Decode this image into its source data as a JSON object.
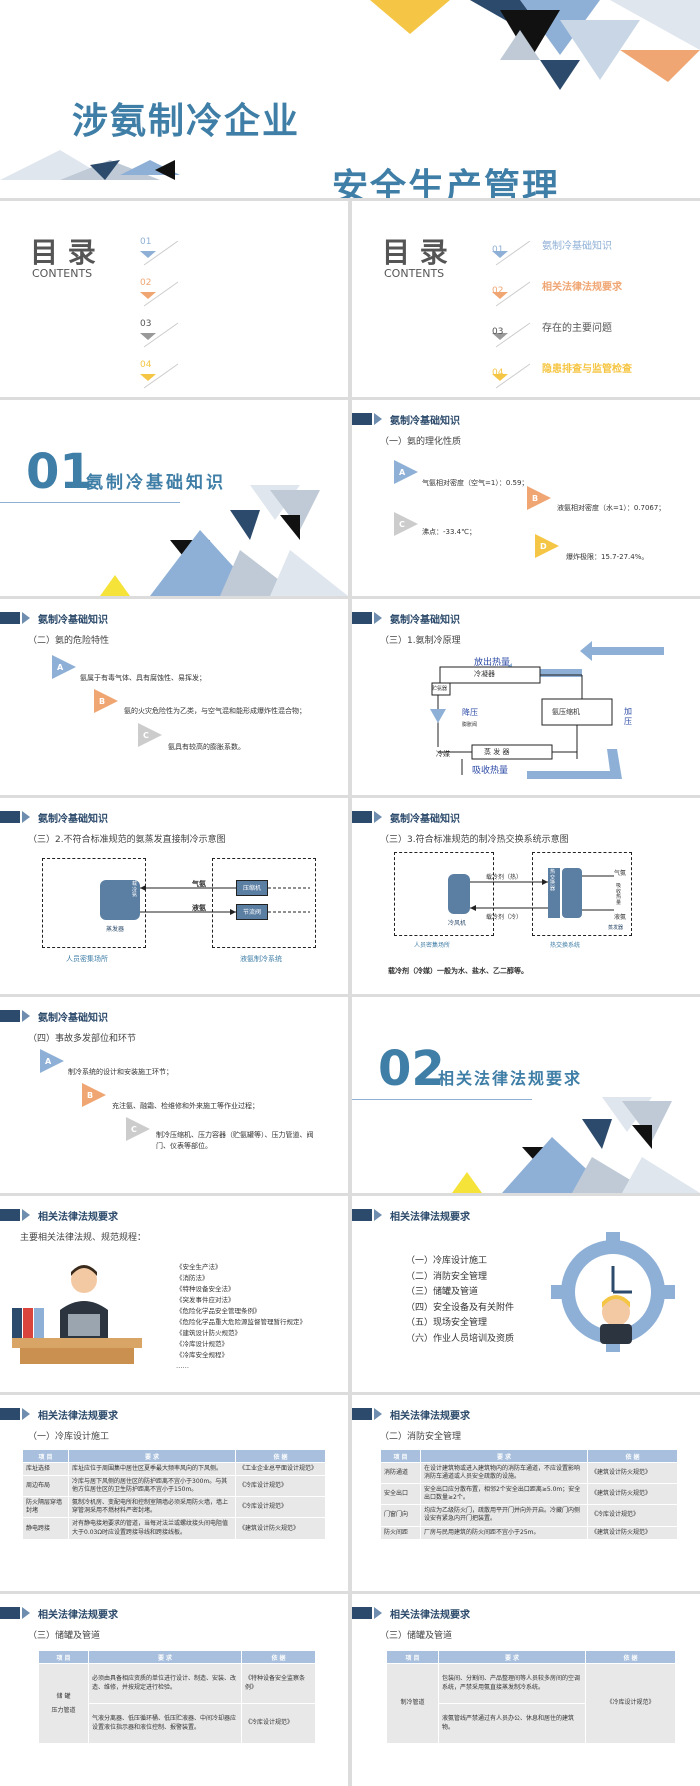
{
  "cover": {
    "title_line1": "涉氨制冷企业",
    "title_line2": "安全生产管理"
  },
  "toc_left": {
    "heading": "目 录",
    "heading_en": "CONTENTS",
    "nums": [
      "01",
      "02",
      "03",
      "04"
    ]
  },
  "toc_right": {
    "heading": "目 录",
    "heading_en": "CONTENTS",
    "items": [
      {
        "num": "01",
        "label": "氨制冷基础知识",
        "color": "#8fb0d6"
      },
      {
        "num": "02",
        "label": "相关法律法规要求",
        "color": "#f0a673"
      },
      {
        "num": "03",
        "label": "存在的主要问题",
        "color": "#555555"
      },
      {
        "num": "04",
        "label": "隐患排查与监管检查",
        "color": "#f5c645"
      }
    ]
  },
  "sec1": {
    "num": "01",
    "title": "氨制冷基础知识"
  },
  "s_props": {
    "header": "氨制冷基础知识",
    "sub": "（一）氨的理化性质",
    "a": "A",
    "b": "B",
    "c": "C",
    "d": "D",
    "t_a": "气氨相对密度（空气=1）：0.59；",
    "t_b": "液氨相对密度（水=1）：0.7067；",
    "t_c": "沸点：-33.4℃；",
    "t_d": "爆炸极限：15.7-27.4%。"
  },
  "s_hazard": {
    "header": "氨制冷基础知识",
    "sub": "（二）氨的危险特性",
    "t_a": "氨属于有毒气体、具有腐蚀性、易挥发；",
    "t_b": "氨的火灾危险性为乙类，与空气混和能形成爆炸性混合物；",
    "t_c": "氨具有较高的膨胀系数。"
  },
  "s_principle": {
    "header": "氨制冷基础知识",
    "sub": "（三）1.氨制冷原理",
    "release": "放出热量",
    "absorb": "吸收热量",
    "condenser": "冷凝器",
    "receiver": "贮氨器",
    "valve": "膨胀阀",
    "reduce": "降压",
    "evaporator": "蒸 发 器",
    "coolant": "冷媒",
    "compressor": "氨压缩机",
    "add": "加压"
  },
  "s_direct": {
    "header": "氨制冷基础知识",
    "sub": "（三）2.不符合标准规范的氨蒸发直接制冷示意图",
    "evap_label": "载冷氨",
    "evaporator": "蒸发器",
    "gas": "气氨",
    "liquid": "液氨",
    "compressor": "压缩机",
    "valve": "节流阀",
    "left_area": "人员密集场所",
    "right_area": "液氨制冷系统"
  },
  "s_exchange": {
    "header": "氨制冷基础知识",
    "sub": "（三）3.符合标准规范的制冷热交换系统示意图",
    "cooler": "冷风机",
    "hot": "载冷剂（热）",
    "cold": "载冷剂（冷）",
    "exchanger": "热交换器",
    "gas": "气氨",
    "absorb": "吸收热量",
    "liquid": "液氨",
    "evaporator": "蒸发器",
    "left_area": "人员密集场所",
    "right_area": "热交换系统",
    "note": "载冷剂（冷媒）一般为水、盐水、乙二醇等。"
  },
  "s_accident": {
    "header": "氨制冷基础知识",
    "sub": "（四）事故多发部位和环节",
    "t_a": "制冷系统的设计和安装施工环节；",
    "t_b": "充注氨、融霜、检维修和外来施工等作业过程；",
    "t_c": "制冷压缩机、压力容器（贮氨罐等）、压力管道、阀门、仪表等部位。"
  },
  "sec2": {
    "num": "02",
    "title": "相关法律法规要求"
  },
  "s_laws": {
    "header": "相关法律法规要求",
    "sub": "主要相关法律法规、规范规程：",
    "list": [
      "《安全生产法》",
      "《消防法》",
      "《特种设备安全法》",
      "《突发事件应对法》",
      "《危险化学品安全管理条例》",
      "《危险化学品重大危险源监督管理暂行规定》",
      "《建筑设计防火规范》",
      "《冷库设计规范》",
      "《冷库安全规程》",
      "……"
    ]
  },
  "s_agenda": {
    "header": "相关法律法规要求",
    "items": [
      "（一）冷库设计施工",
      "（二）消防安全管理",
      "（三）储罐及管道",
      "（四）安全设备及有关附件",
      "（五）现场安全管理",
      "（六）作业人员培训及资质"
    ]
  },
  "s_design": {
    "header": "相关法律法规要求",
    "sub": "（一）冷库设计施工",
    "cols": [
      "项 目",
      "要 求",
      "依 据"
    ],
    "rows": [
      [
        "库址选择",
        "库址应位于周围集中居住区夏季最大频率风向的下风侧。",
        "《工业企业总平面设计规范》"
      ],
      [
        "周边布局",
        "冷库与居下风侧的居住区的防护距离不宜小于300m。与其他方位居住区的卫生防护距离不宜小于150m。",
        "《冷库设计规范》"
      ],
      [
        "防火隔层穿墙封堵",
        "氨制冷机房、变配电所和控制室隔墙必须采用防火墙，墙上穿管洞采用不燃材料严密封堵。",
        "《冷库设计规范》"
      ],
      [
        "静电跨接",
        "对有静电接地要求的管道，当每对法兰或螺纹接头间电阻值大于0.03Ω时应设置跨接导线和跨接线板。",
        "《建筑设计防火规范》"
      ]
    ]
  },
  "s_fire": {
    "header": "相关法律法规要求",
    "sub": "（二）消防安全管理",
    "cols": [
      "项 目",
      "要 求",
      "依 据"
    ],
    "rows": [
      [
        "消防通道",
        "在设计建筑物或进入建筑物内的消防车通道，不应设置影响消防车通道或人员安全疏散的设施。",
        "《建筑设计防火规范》"
      ],
      [
        "安全出口",
        "安全出口应分散布置，相邻2个安全出口距离≥5.0m；安全出口数量≥2个。",
        "《建筑设计防火规范》"
      ],
      [
        "门窗门向",
        "均应为乙级防火门，疏散用平开门并向外开启。冷藏门内侧设安有紧急内开门把装置。",
        "《冷库设计规范》"
      ],
      [
        "防火间距",
        "厂房与民用建筑的防火间距不宜小于25m。",
        "《建筑设计防火规范》"
      ]
    ]
  },
  "s_tank1": {
    "header": "相关法律法规要求",
    "sub": "（三）储罐及管道",
    "cols": [
      "项 目",
      "要 求",
      "依 据"
    ],
    "group": "储 罐",
    "row2": "压力管道",
    "rows": [
      [
        "必须由具备相应资质的单位进行设计、制造、安装、改造、维修，并按规定进行检验。",
        "《特种设备安全监察条例》"
      ],
      [
        "气液分离器、低压循环桶、低压贮液器、中间冷却器应设置液位指示器和液位控制、报警装置。",
        "《冷库设计规范》"
      ]
    ]
  },
  "s_tank2": {
    "header": "相关法律法规要求",
    "sub": "（三）储罐及管道",
    "cols": [
      "项 目",
      "要 求",
      "依 据"
    ],
    "item": "制冷管道",
    "req1": "包装间、分割间、产品整理间等人员较多房间的空调系统，严禁采用氨直接蒸发制冷系统。",
    "req2": "液氨管线严禁通过有人员办公、休息和居住的建筑物。",
    "basis": "《冷库设计规范》"
  }
}
